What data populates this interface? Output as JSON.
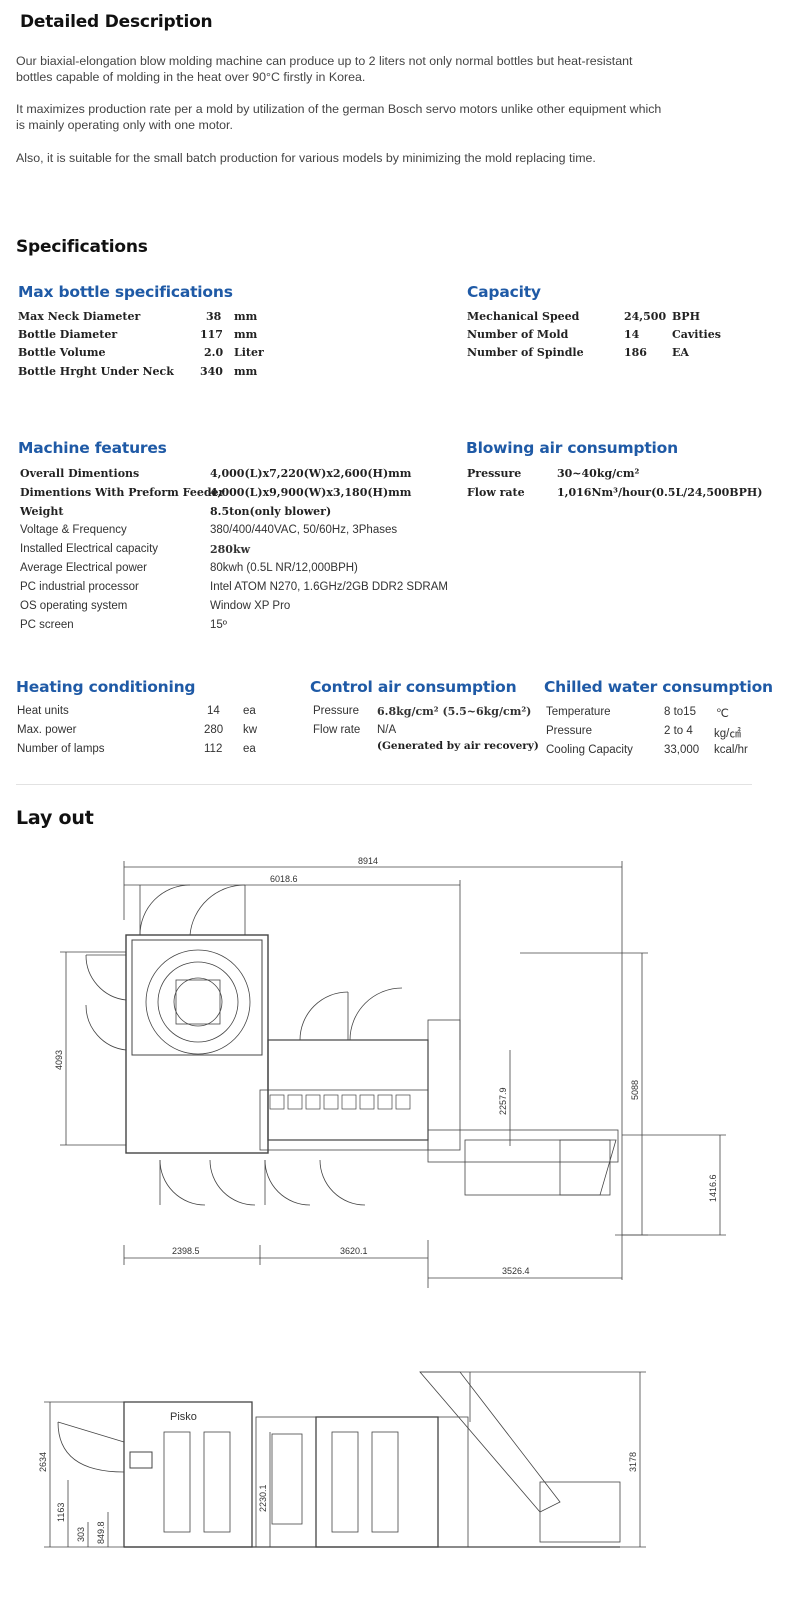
{
  "detailed": {
    "title": "Detailed Description",
    "p1": "Our biaxial-elongation blow molding machine can produce up to 2 liters not only normal bottles but heat-resistant\nbottles capable of molding in the heat over 90°C firstly in Korea.",
    "p2": "It maximizes production rate per a mold by utilization of the german Bosch servo motors unlike other equipment which\nis mainly operating only with one motor.",
    "p3": "Also, it is suitable for the small batch production for various models by minimizing the mold replacing time."
  },
  "specifications": {
    "title": "Specifications",
    "max_bottle": {
      "title": "Max bottle specifications",
      "rows": [
        {
          "label": "Max Neck Diameter",
          "value": "38",
          "unit": "mm"
        },
        {
          "label": "Bottle Diameter",
          "value": "117",
          "unit": "mm"
        },
        {
          "label": "Bottle Volume",
          "value": "2.0",
          "unit": "Liter"
        },
        {
          "label": "Bottle Hrght Under Neck",
          "value": "340",
          "unit": "mm"
        }
      ]
    },
    "capacity": {
      "title": "Capacity",
      "rows": [
        {
          "label": "Mechanical Speed",
          "value": "24,500",
          "unit": "BPH"
        },
        {
          "label": "Number of Mold",
          "value": "14",
          "unit": "Cavities"
        },
        {
          "label": "Number of Spindle",
          "value": "186",
          "unit": "EA"
        }
      ]
    },
    "machine_features": {
      "title": "Machine features",
      "rows": [
        {
          "label": "Overall Dimentions",
          "value": "4,000(L)x7,220(W)x2,600(H)mm"
        },
        {
          "label": "Dimentions With Preform Feeder",
          "value": "4,000(L)x9,900(W)x3,180(H)mm"
        },
        {
          "label": "Weight",
          "value": "8.5ton(only blower)"
        },
        {
          "label": "Voltage & Frequency",
          "value": "380/400/440VAC, 50/60Hz, 3Phases"
        },
        {
          "label": "Installed Electrical capacity",
          "value": "280kw"
        },
        {
          "label": "Average Electrical power",
          "value": "80kwh (0.5L NR/12,000BPH)"
        },
        {
          "label": "PC industrial processor",
          "value": "Intel ATOM N270, 1.6GHz/2GB DDR2 SDRAM"
        },
        {
          "label": "OS operating system",
          "value": "Window XP Pro"
        },
        {
          "label": "PC screen",
          "value": "15º"
        }
      ]
    },
    "blowing_air": {
      "title": "Blowing air consumption",
      "rows": [
        {
          "label": "Pressure",
          "value": "30~40kg/cm²"
        },
        {
          "label": "Flow rate",
          "value": "1,016Nm³/hour(0.5L/24,500BPH)"
        }
      ]
    },
    "heating": {
      "title": "Heating conditioning",
      "rows": [
        {
          "label": "Heat units",
          "value": "14",
          "unit": "ea"
        },
        {
          "label": "Max. power",
          "value": "280",
          "unit": "kw"
        },
        {
          "label": "Number of lamps",
          "value": "112",
          "unit": "ea"
        }
      ]
    },
    "control_air": {
      "title": "Control air consumption",
      "rows": [
        {
          "label": "Pressure",
          "value": "6.8kg/cm² (5.5~6kg/cm²)"
        },
        {
          "label": "Flow rate",
          "value": "N/A"
        }
      ],
      "note": "(Generated by air recovery)"
    },
    "chilled_water": {
      "title": "Chilled water consumption",
      "rows": [
        {
          "label": "Temperature",
          "value": "8 to15",
          "unit": "℃"
        },
        {
          "label": "Pressure",
          "value": "2 to 4",
          "unit": "kg/㎠"
        },
        {
          "label": "Cooling Capacity",
          "value": "33,000",
          "unit": "kcal/hr"
        }
      ]
    }
  },
  "layout": {
    "title": "Lay out",
    "plan_dims": {
      "total_width": "8914",
      "upper_width": "6018.6",
      "height_left": "4093",
      "height_right": "5088",
      "mid": "2257.9",
      "right_small": "1416.6",
      "bottom_left": "2398.5",
      "bottom_mid": "3620.1",
      "bottom_right": "3526.4"
    },
    "side_dims": {
      "brand": "Pisko",
      "h1": "2634",
      "h2": "1163",
      "h3": "303",
      "h4": "849.8",
      "h5": "2230.1",
      "h6": "3178"
    }
  }
}
